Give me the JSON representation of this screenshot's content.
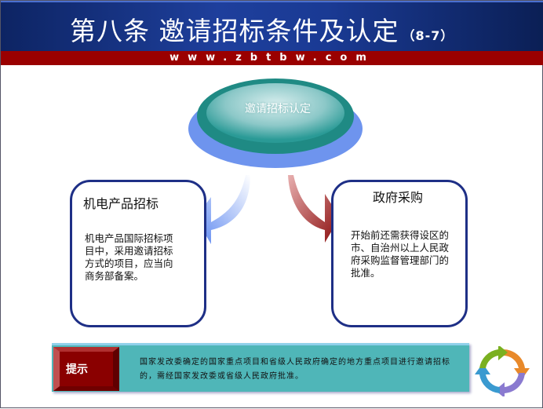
{
  "header": {
    "title": "第八条  邀请招标条件及认定",
    "title_suffix": "（8-7）",
    "website": "www.zbtbw.com"
  },
  "diagram": {
    "center": "邀请招标认定",
    "left": {
      "title": "机电产品招标",
      "text": "机电产品国际招标项目中，采用邀请招标方式的项目，应当向商务部备案。"
    },
    "right": {
      "title": "政府采购",
      "text": "开始前还需获得设区的市、自治州以上人民政府采购监督管理部门的批准。"
    }
  },
  "tip": {
    "label": "提示",
    "text": "国家发改委确定的国家重点项目和省级人民政府确定的地方重点项目进行邀请招标的，需经国家发改委或省级人民政府批准。"
  },
  "colors": {
    "header_blue": "#1a3a94",
    "band_red": "#9a0000",
    "tip_teal": "#4fb6b8",
    "box_border": "#1e2f86"
  }
}
